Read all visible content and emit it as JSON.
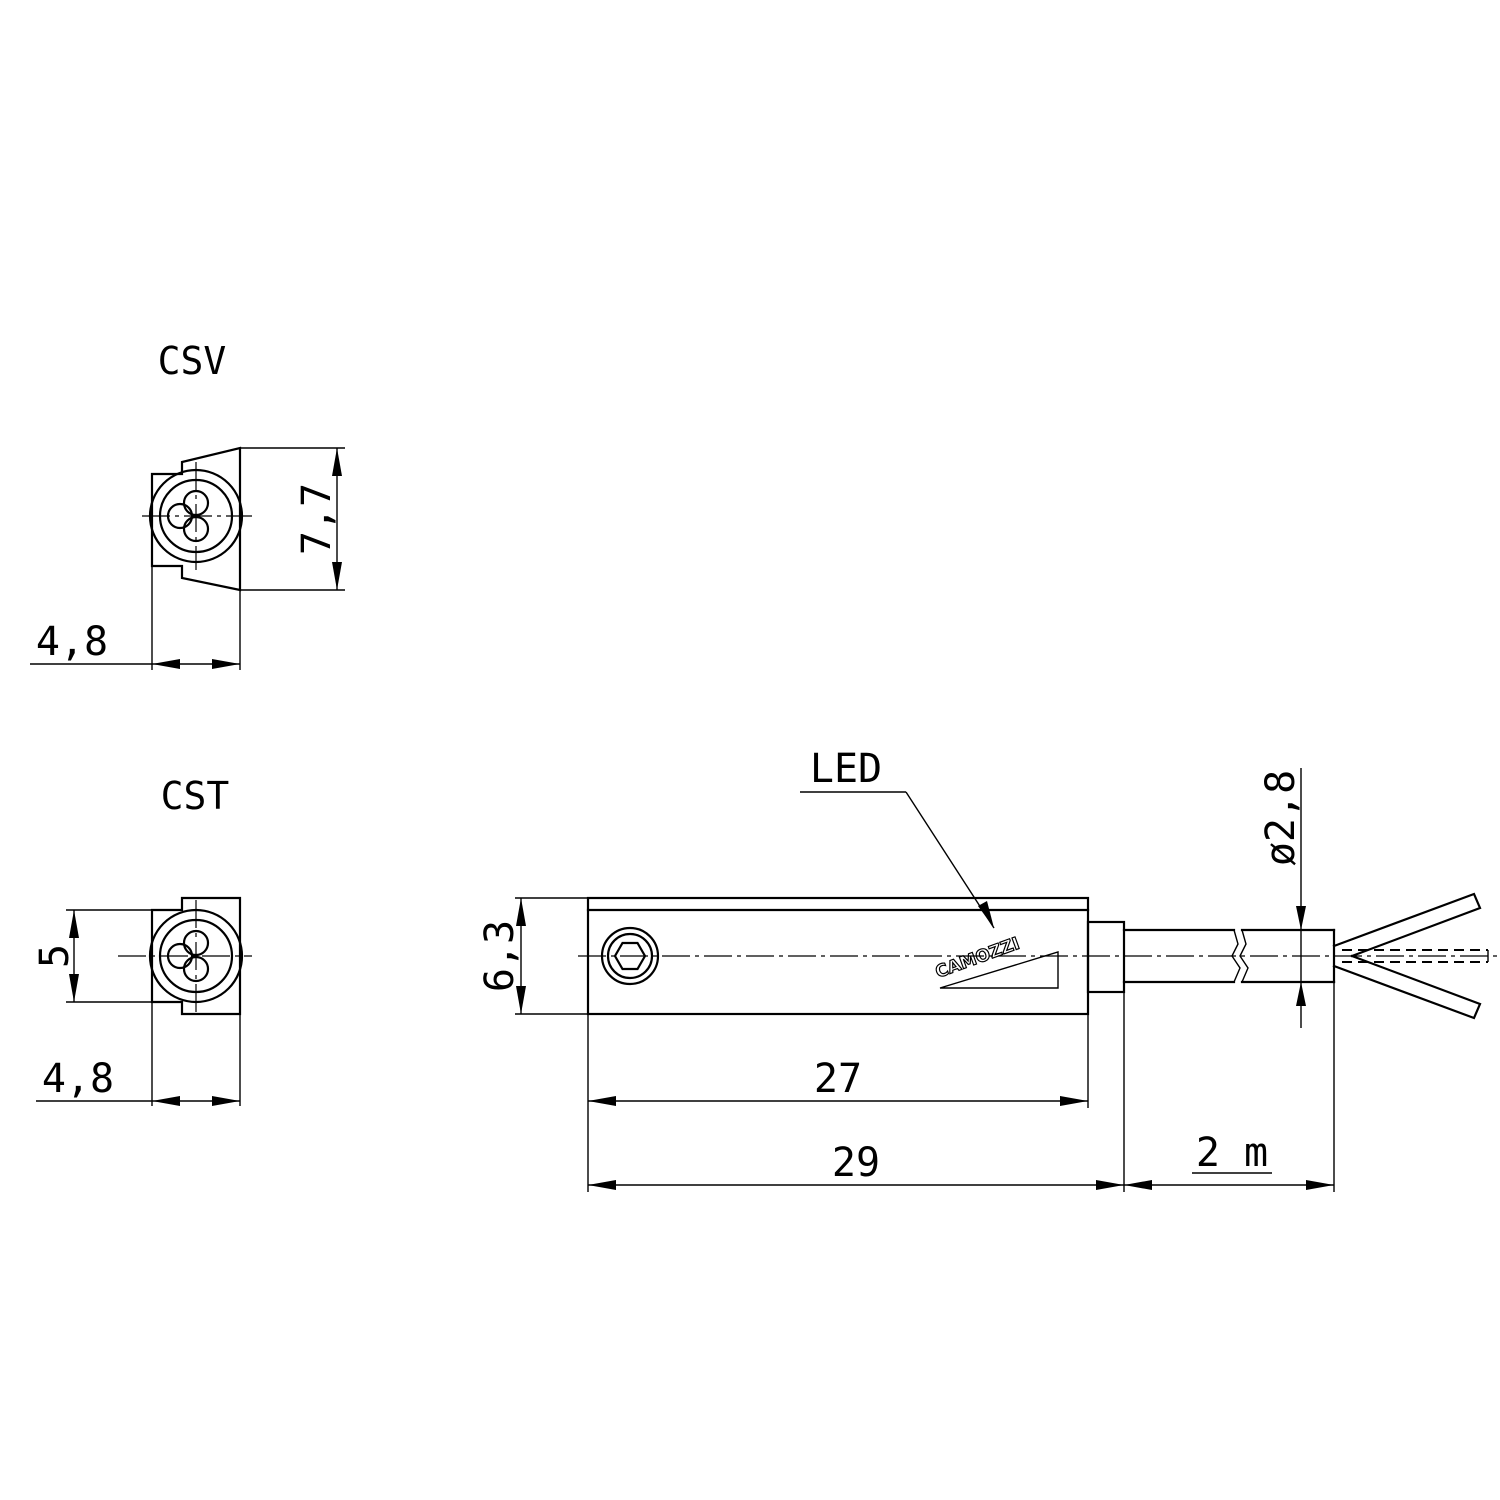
{
  "views": {
    "csv": {
      "title": "CSV",
      "dim_height": "7,7",
      "dim_width": "4,8"
    },
    "cst": {
      "title": "CST",
      "dim_height": "5",
      "dim_width": "4,8"
    },
    "side": {
      "led_label": "LED",
      "brand_logo": "CAMOZZI",
      "dim_height": "6,3",
      "dim_body_length": "27",
      "dim_total_length": "29",
      "dim_cable_length": "2 m",
      "dim_cable_diameter": "ø2,8"
    }
  },
  "icons": [
    "hex-socket-icon",
    "cable-break-icon",
    "wire-lead-icon"
  ]
}
